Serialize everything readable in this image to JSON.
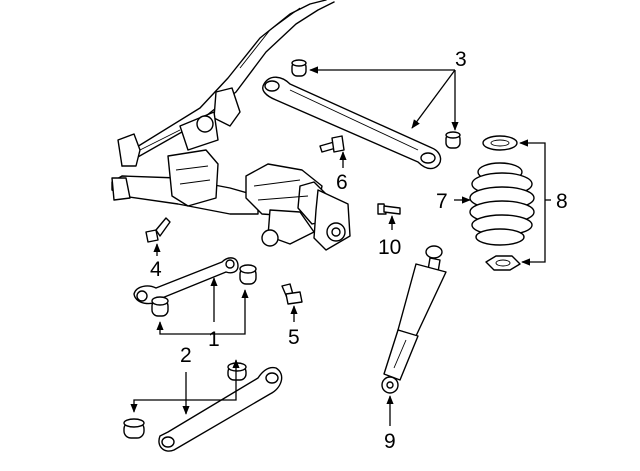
{
  "callouts": [
    {
      "id": "c1",
      "label": "1"
    },
    {
      "id": "c2",
      "label": "2"
    },
    {
      "id": "c3",
      "label": "3"
    },
    {
      "id": "c4",
      "label": "4"
    },
    {
      "id": "c5",
      "label": "5"
    },
    {
      "id": "c6",
      "label": "6"
    },
    {
      "id": "c7",
      "label": "7"
    },
    {
      "id": "c8",
      "label": "8"
    },
    {
      "id": "c9",
      "label": "9"
    },
    {
      "id": "c10",
      "label": "10"
    }
  ],
  "labels": {
    "c1": "1",
    "c2": "2",
    "c3": "3",
    "c4": "4",
    "c5": "5",
    "c6": "6",
    "c7": "7",
    "c8": "8",
    "c9": "9",
    "c10": "10"
  }
}
